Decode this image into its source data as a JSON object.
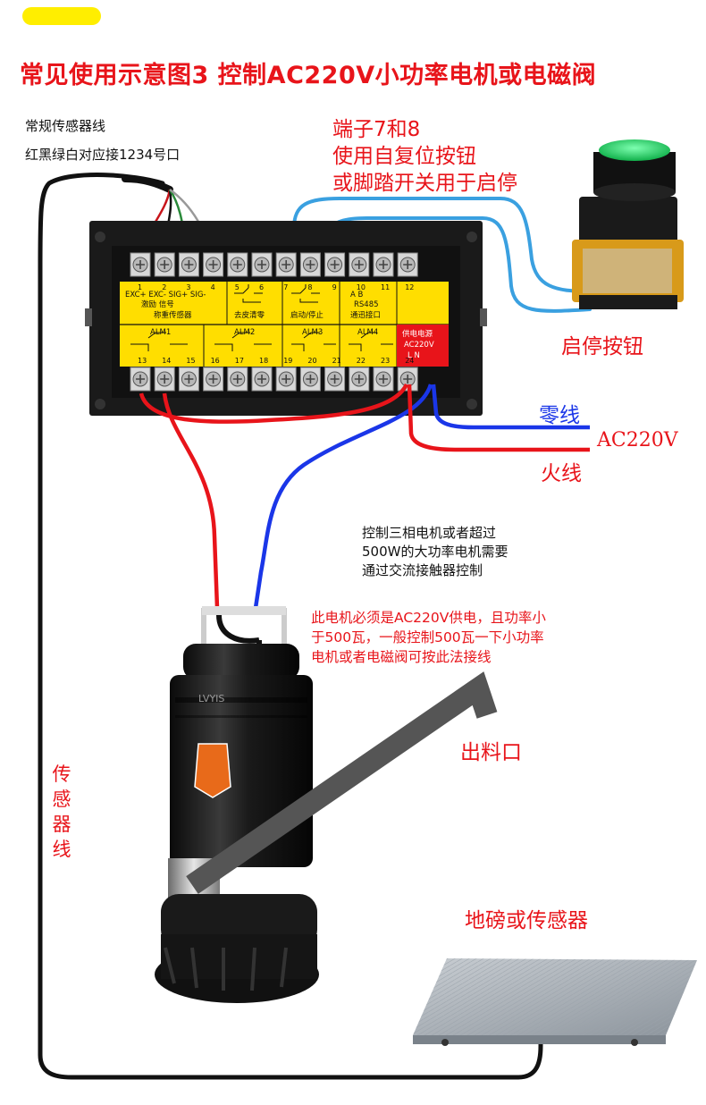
{
  "title": "常见使用示意图3   控制AC220V小功率电机或电磁阀",
  "sensor_note": {
    "line1": "常规传感器线",
    "line2": "红黑绿白对应接1234号口"
  },
  "terminal_note": {
    "line1": "端子7和8",
    "line2": "使用自复位按钮",
    "line3": "或脚踏开关用于启停"
  },
  "start_stop_label": "启停按钮",
  "neutral_label": "零线",
  "live_label": "火线",
  "ac_label": "AC220V",
  "three_phase_note": {
    "line1": "控制三相电机或者超过",
    "line2": "500W的大功率电机需要",
    "line3": "通过交流接触器控制"
  },
  "motor_note": {
    "line1": "此电机必须是AC220V供电，且功率小",
    "line2": "于500瓦，一般控制500瓦一下小功率",
    "line3": "电机或者电磁阀可按此法接线"
  },
  "outlet_label": "出料口",
  "scale_label": "地磅或传感器",
  "sensor_wire_label": "传感器线",
  "controller": {
    "top_numbers": [
      "1",
      "2",
      "3",
      "4",
      "5",
      "6",
      "7",
      "8",
      "9",
      "10",
      "11",
      "12"
    ],
    "bottom_numbers": [
      "13",
      "14",
      "15",
      "16",
      "17",
      "18",
      "19",
      "20",
      "21",
      "22",
      "23",
      "24"
    ],
    "groups_top": [
      {
        "lines": [
          "EXC+  EXC-  SIG+  SIG-",
          "激励        信号",
          "称重传感器"
        ]
      },
      {
        "lines": [
          "去皮清零"
        ]
      },
      {
        "lines": [
          "启动/停止"
        ]
      },
      {
        "lines": [
          "A    B",
          "RS485",
          "通迅接口"
        ]
      }
    ],
    "groups_bottom": [
      "ALM1",
      "ALM2",
      "ALM3",
      "ALM4"
    ],
    "power_box": {
      "line1": "供电电源",
      "line2": "AC220V",
      "line3": "L    N"
    }
  },
  "motor_brand": "LVYIS"
}
